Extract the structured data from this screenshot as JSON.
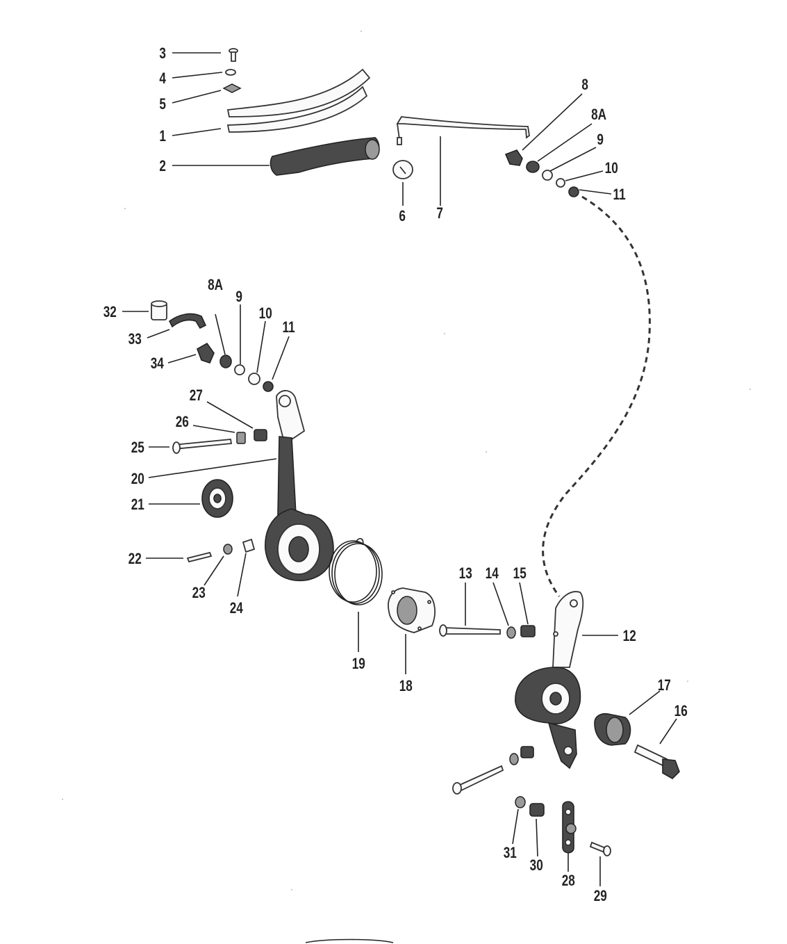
{
  "diagram": {
    "callouts": [
      "1",
      "2",
      "3",
      "4",
      "5",
      "6",
      "7",
      "8",
      "8A",
      "9",
      "10",
      "11",
      "8A",
      "9",
      "10",
      "11",
      "12",
      "13",
      "14",
      "15",
      "16",
      "17",
      "18",
      "19",
      "20",
      "21",
      "22",
      "23",
      "24",
      "25",
      "26",
      "27",
      "28",
      "29",
      "30",
      "31",
      "32",
      "33",
      "34"
    ]
  }
}
